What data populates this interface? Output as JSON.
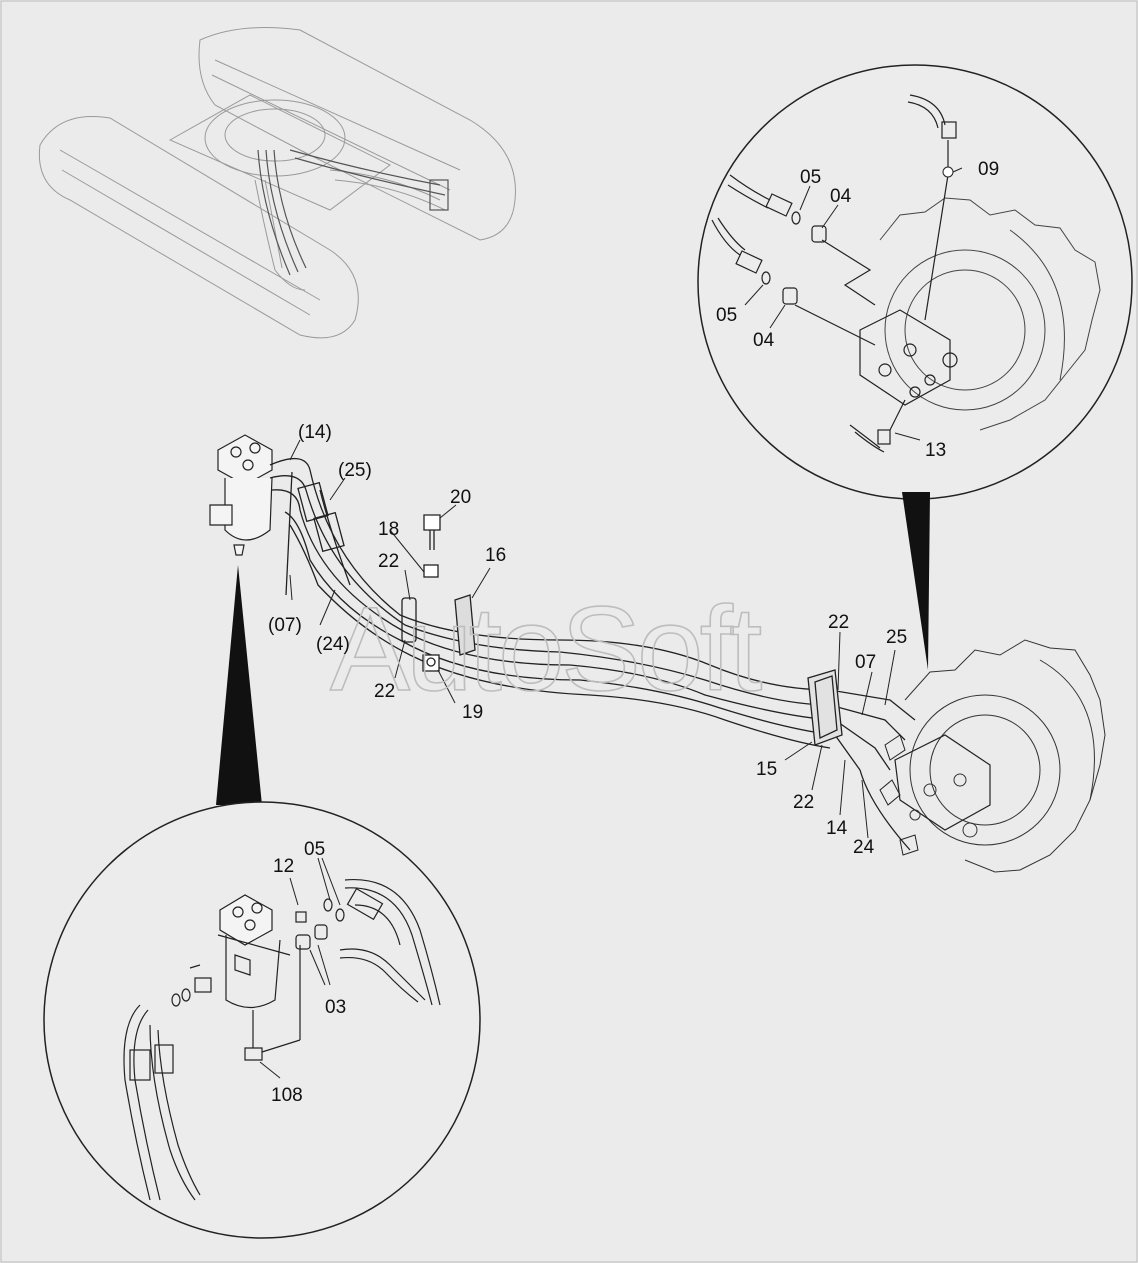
{
  "watermark": "AutoSoft",
  "labels": {
    "l_14p": "(14)",
    "l_25p": "(25)",
    "l_07p": "(07)",
    "l_24p": "(24)",
    "l_20": "20",
    "l_18": "18",
    "l_22a": "22",
    "l_16": "16",
    "l_22b": "22",
    "l_19": "19",
    "l_22c": "22",
    "l_07": "07",
    "l_25": "25",
    "l_15": "15",
    "l_22d": "22",
    "l_14": "14",
    "l_24": "24",
    "l_05a": "05",
    "l_04a": "04",
    "l_09": "09",
    "l_05b": "05",
    "l_04b": "04",
    "l_13": "13",
    "l_12": "12",
    "l_05c": "05",
    "l_03": "03",
    "l_108": "108"
  }
}
